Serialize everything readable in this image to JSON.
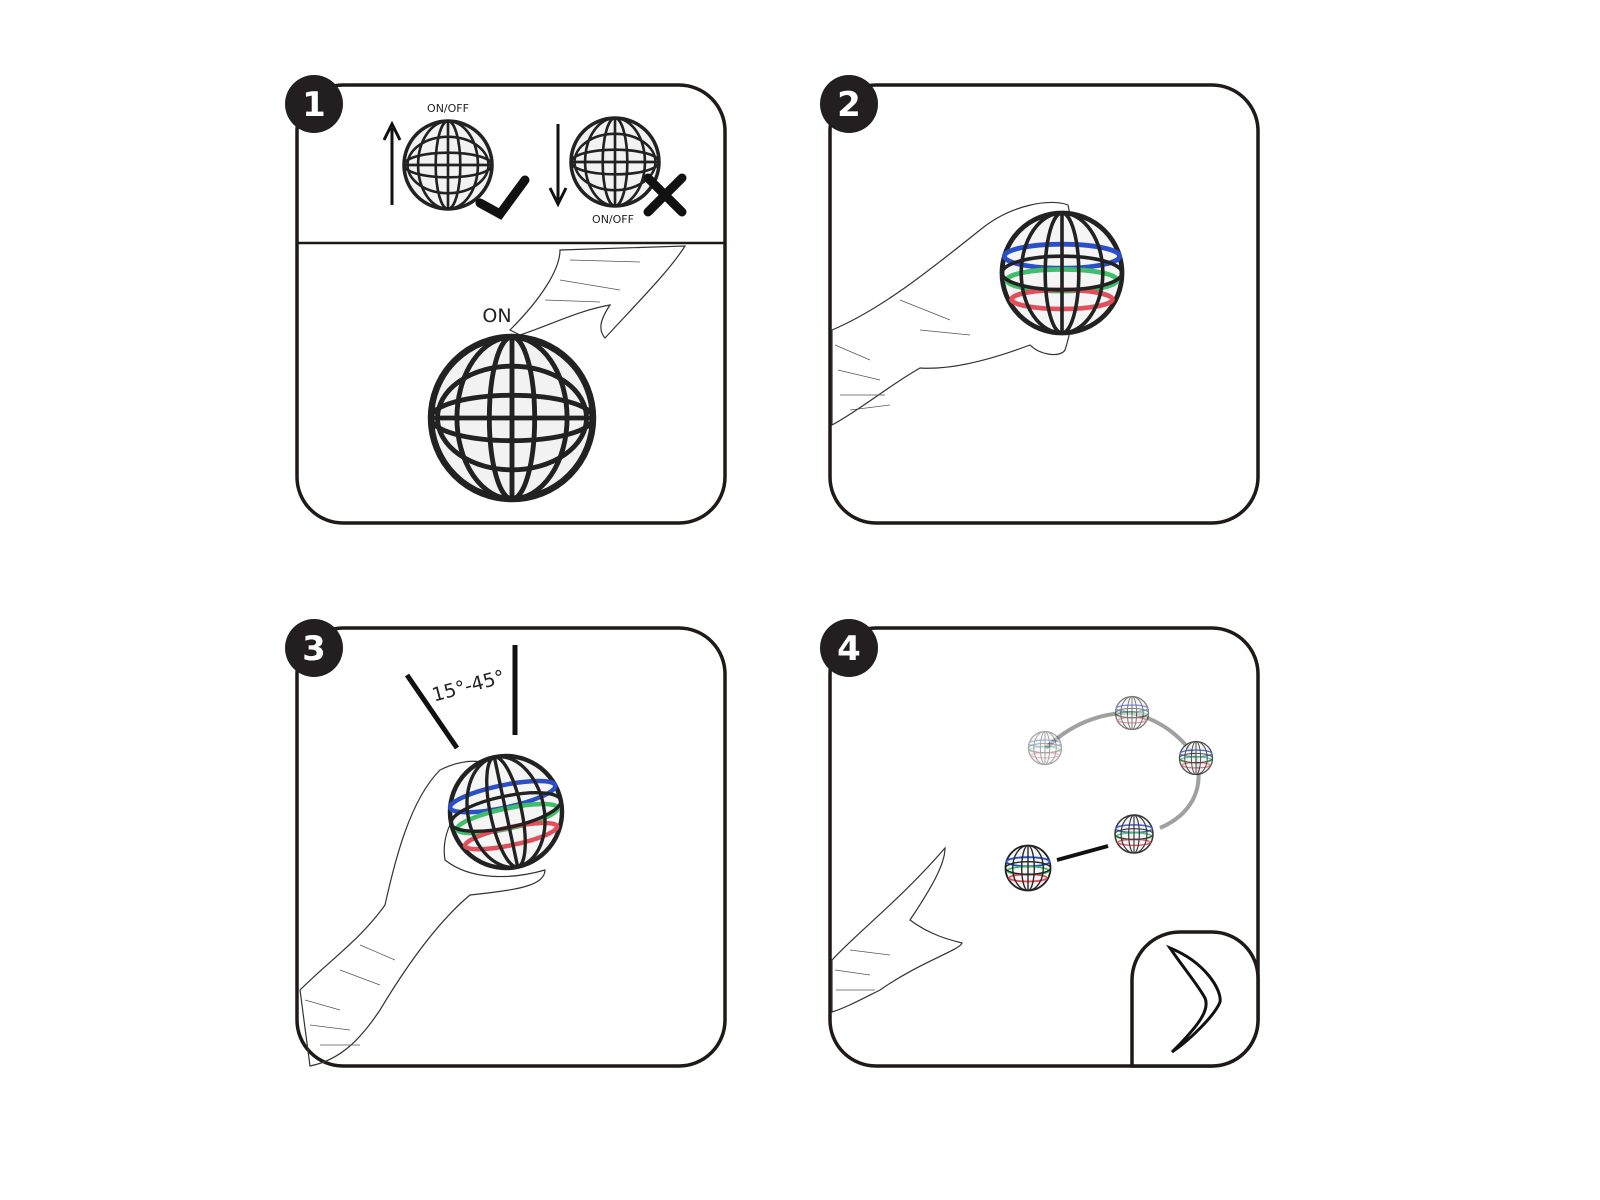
{
  "steps": [
    {
      "number": "1",
      "labels": {
        "switch_up": "ON/OFF",
        "switch_down": "ON/OFF",
        "press": "ON"
      },
      "marks": {
        "correct": "check-icon",
        "wrong": "cross-icon"
      }
    },
    {
      "number": "2"
    },
    {
      "number": "3",
      "angle_label": "15°-45°"
    },
    {
      "number": "4",
      "badge_icon": "boomerang-icon"
    }
  ],
  "colors": {
    "outline": "#1f1a17",
    "badge": "#231f20",
    "ball_blue": "#2b4fc9",
    "ball_green": "#3fbf6a",
    "ball_red": "#e0505a",
    "path_gray": "#a0a0a0"
  }
}
